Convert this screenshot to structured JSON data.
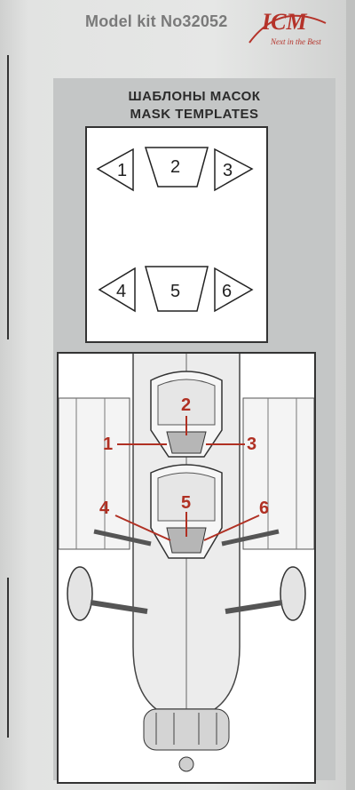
{
  "header": {
    "kit_label": "Model kit No32052",
    "brand": "ICM",
    "brand_tagline": "Next in the Best"
  },
  "panel": {
    "title_ru": "ШАБЛОНЫ МАСОК",
    "title_en": "MASK TEMPLATES"
  },
  "templates": [
    {
      "label": "1"
    },
    {
      "label": "2"
    },
    {
      "label": "3"
    },
    {
      "label": "4"
    },
    {
      "label": "5"
    },
    {
      "label": "6"
    }
  ],
  "callouts": [
    "1",
    "2",
    "3",
    "4",
    "5",
    "6"
  ],
  "colors": {
    "callout": "#b03023",
    "brand": "#b5332a",
    "panel": "#c4c6c6"
  }
}
